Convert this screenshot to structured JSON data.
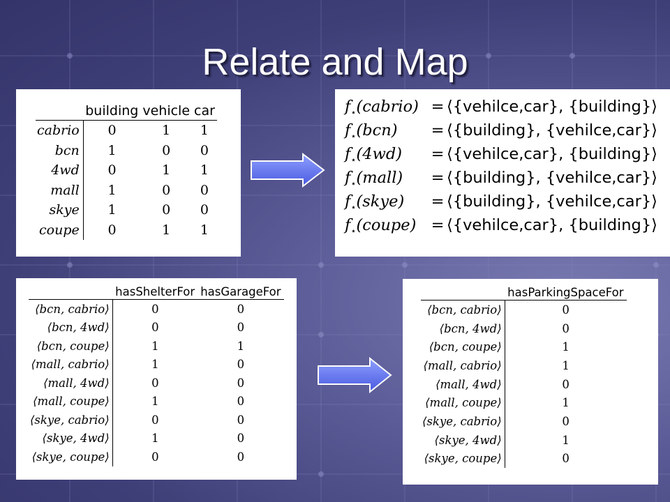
{
  "slide": {
    "title": "Relate and Map"
  },
  "colors": {
    "background": "#4a4a86",
    "arrow_fill": "#6a7bf0",
    "title_text": "#ffffff"
  },
  "table1": {
    "columns": [
      "building",
      "vehicle",
      "car"
    ],
    "rows": [
      {
        "label": "cabrio",
        "values": [
          "0",
          "1",
          "1"
        ]
      },
      {
        "label": "bcn",
        "values": [
          "1",
          "0",
          "0"
        ]
      },
      {
        "label": "4wd",
        "values": [
          "0",
          "1",
          "1"
        ]
      },
      {
        "label": "mall",
        "values": [
          "1",
          "0",
          "0"
        ]
      },
      {
        "label": "skye",
        "values": [
          "1",
          "0",
          "0"
        ]
      },
      {
        "label": "coupe",
        "values": [
          "0",
          "1",
          "1"
        ]
      }
    ]
  },
  "mapping": {
    "func_symbol": "f",
    "subscript": "⋆",
    "equals": "=",
    "rows": [
      {
        "arg": "cabrio",
        "rhs": "⟨{vehilce,car}, {building}⟩"
      },
      {
        "arg": "bcn",
        "rhs": "⟨{building}, {vehilce,car}⟩"
      },
      {
        "arg": "4wd",
        "rhs": "⟨{vehilce,car}, {building}⟩"
      },
      {
        "arg": "mall",
        "rhs": "⟨{building}, {vehilce,car}⟩"
      },
      {
        "arg": "skye",
        "rhs": "⟨{building}, {vehilce,car}⟩"
      },
      {
        "arg": "coupe",
        "rhs": "⟨{vehilce,car}, {building}⟩"
      }
    ]
  },
  "table2": {
    "columns": [
      "hasShelterFor",
      "hasGarageFor"
    ],
    "rows": [
      {
        "label": "⟨bcn, cabrio⟩",
        "values": [
          "0",
          "0"
        ]
      },
      {
        "label": "⟨bcn, 4wd⟩",
        "values": [
          "0",
          "0"
        ]
      },
      {
        "label": "⟨bcn, coupe⟩",
        "values": [
          "1",
          "1"
        ]
      },
      {
        "label": "⟨mall, cabrio⟩",
        "values": [
          "1",
          "0"
        ]
      },
      {
        "label": "⟨mall, 4wd⟩",
        "values": [
          "0",
          "0"
        ]
      },
      {
        "label": "⟨mall, coupe⟩",
        "values": [
          "1",
          "0"
        ]
      },
      {
        "label": "⟨skye, cabrio⟩",
        "values": [
          "0",
          "0"
        ]
      },
      {
        "label": "⟨skye, 4wd⟩",
        "values": [
          "1",
          "0"
        ]
      },
      {
        "label": "⟨skye, coupe⟩",
        "values": [
          "0",
          "0"
        ]
      }
    ]
  },
  "table3": {
    "columns": [
      "hasParkingSpaceFor"
    ],
    "rows": [
      {
        "label": "⟨bcn, cabrio⟩",
        "values": [
          "0"
        ]
      },
      {
        "label": "⟨bcn, 4wd⟩",
        "values": [
          "0"
        ]
      },
      {
        "label": "⟨bcn, coupe⟩",
        "values": [
          "1"
        ]
      },
      {
        "label": "⟨mall, cabrio⟩",
        "values": [
          "1"
        ]
      },
      {
        "label": "⟨mall, 4wd⟩",
        "values": [
          "0"
        ]
      },
      {
        "label": "⟨mall, coupe⟩",
        "values": [
          "1"
        ]
      },
      {
        "label": "⟨skye, cabrio⟩",
        "values": [
          "0"
        ]
      },
      {
        "label": "⟨skye, 4wd⟩",
        "values": [
          "1"
        ]
      },
      {
        "label": "⟨skye, coupe⟩",
        "values": [
          "0"
        ]
      }
    ]
  },
  "icons": {
    "arrow_top": "right-arrow-icon",
    "arrow_bottom": "right-arrow-icon"
  }
}
